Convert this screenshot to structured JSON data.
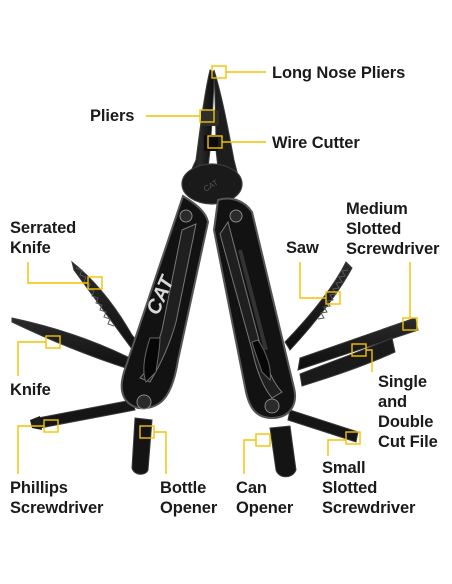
{
  "colors": {
    "leader": "#f2c200",
    "tool_body": "#161616",
    "tool_edge": "#4a4a4a",
    "handle_highlight": "#8a8a8a",
    "label_text": "#1a1a1a"
  },
  "handle_logo": "CAT",
  "pivot_text": "CAT",
  "labels": {
    "long_nose_pliers": "Long Nose Pliers",
    "pliers": "Pliers",
    "wire_cutter": "Wire Cutter",
    "serrated_knife": "Serrated\nKnife",
    "medium_slotted_screwdriver": "Medium\nSlotted\nScrewdriver",
    "saw": "Saw",
    "knife": "Knife",
    "single_double_cut_file": "Single\nand\nDouble\nCut File",
    "phillips_screwdriver": "Phillips\nScrewdriver",
    "bottle_opener": "Bottle\nOpener",
    "can_opener": "Can\nOpener",
    "small_slotted_screwdriver": "Small\nSlotted\nScrewdriver"
  }
}
